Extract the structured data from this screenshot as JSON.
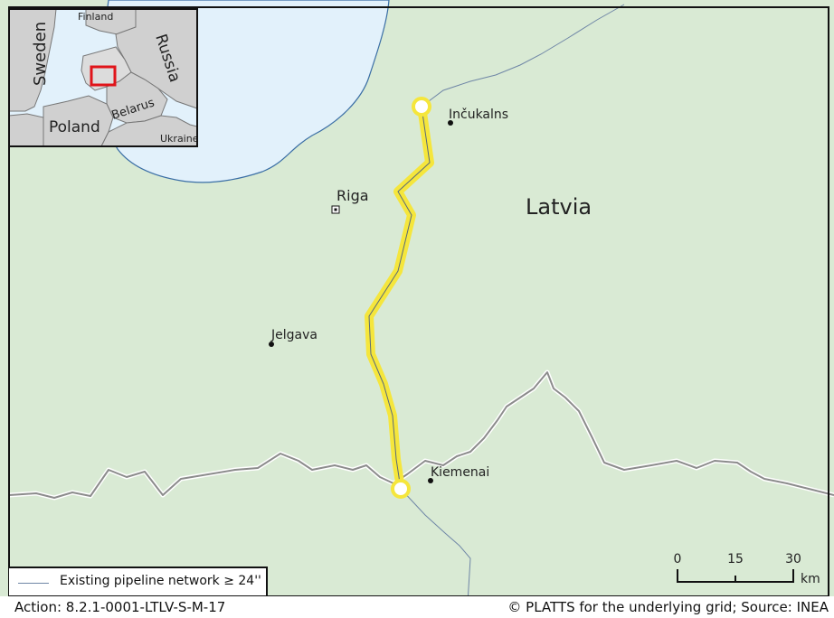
{
  "map": {
    "country_label": "Latvia",
    "places": [
      {
        "name": "Inčukalns"
      },
      {
        "name": "Riga"
      },
      {
        "name": "Jelgava"
      },
      {
        "name": "Kiemenai"
      }
    ]
  },
  "inset": {
    "labels": {
      "finland": "Finland",
      "sweden": "Sweden",
      "russia": "Russia",
      "belarus": "Belarus",
      "poland": "Poland",
      "ukraine": "Ukraine"
    }
  },
  "scale_bar": {
    "ticks": [
      "0",
      "15",
      "30"
    ],
    "unit": "km"
  },
  "legend": {
    "pipeline": "Existing pipeline network ≥ 24''"
  },
  "footer": {
    "action": "Action: 8.2.1-0001-LTLV-S-M-17",
    "credit": "© PLATTS for the underlying grid; Source: INEA"
  },
  "colors": {
    "land": "#d9ead4",
    "sea": "#e2f1fb",
    "project": "#f5e63c",
    "border": "#8c8c8c",
    "pipeline": "#6f86a6"
  }
}
